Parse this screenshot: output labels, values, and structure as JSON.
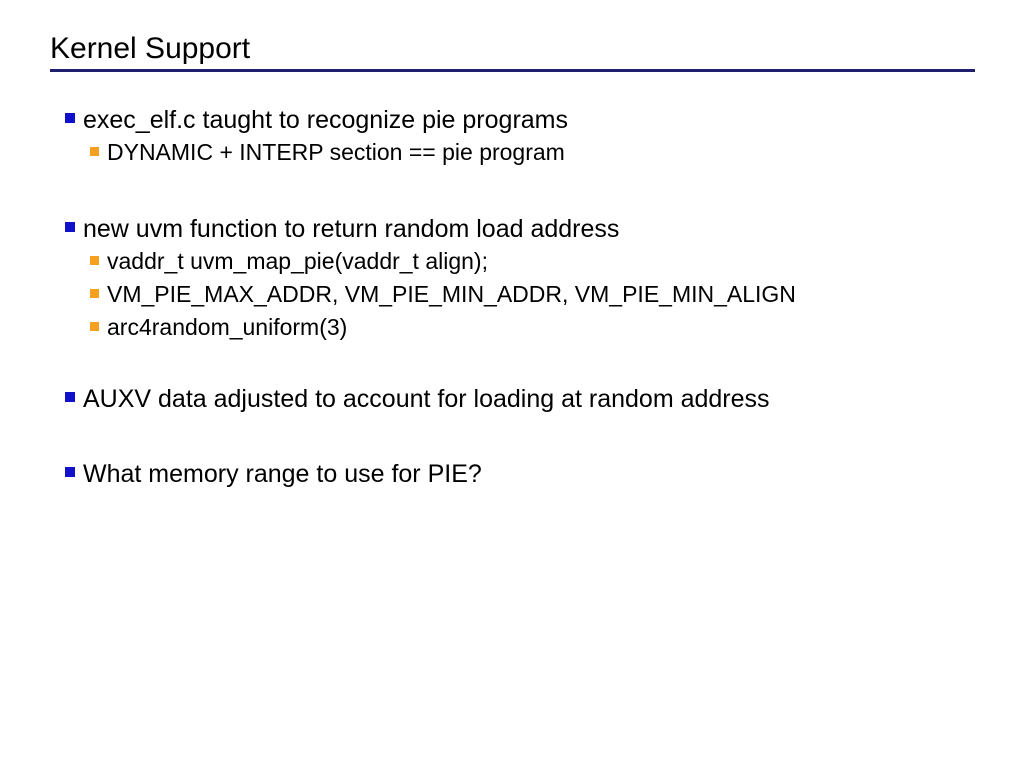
{
  "slide": {
    "title": "Kernel Support",
    "rule_color": "#1f1f6e",
    "background_color": "#ffffff",
    "text_color": "#000000",
    "bullet_level1_color": "#1111cc",
    "bullet_level2_color": "#f5a020",
    "bullets": [
      {
        "level": 1,
        "text": "exec_elf.c taught to recognize pie programs"
      },
      {
        "level": 2,
        "text": "DYNAMIC + INTERP section == pie program"
      },
      {
        "level": 1,
        "text": "new uvm function to return random load address"
      },
      {
        "level": 2,
        "text": "vaddr_t uvm_map_pie(vaddr_t align);"
      },
      {
        "level": 2,
        "text": "VM_PIE_MAX_ADDR, VM_PIE_MIN_ADDR, VM_PIE_MIN_ALIGN"
      },
      {
        "level": 2,
        "text": "arc4random_uniform(3)"
      },
      {
        "level": 1,
        "text": " AUXV data adjusted to account for loading at random address"
      },
      {
        "level": 1,
        "text": "What memory range to use for PIE?"
      }
    ]
  }
}
